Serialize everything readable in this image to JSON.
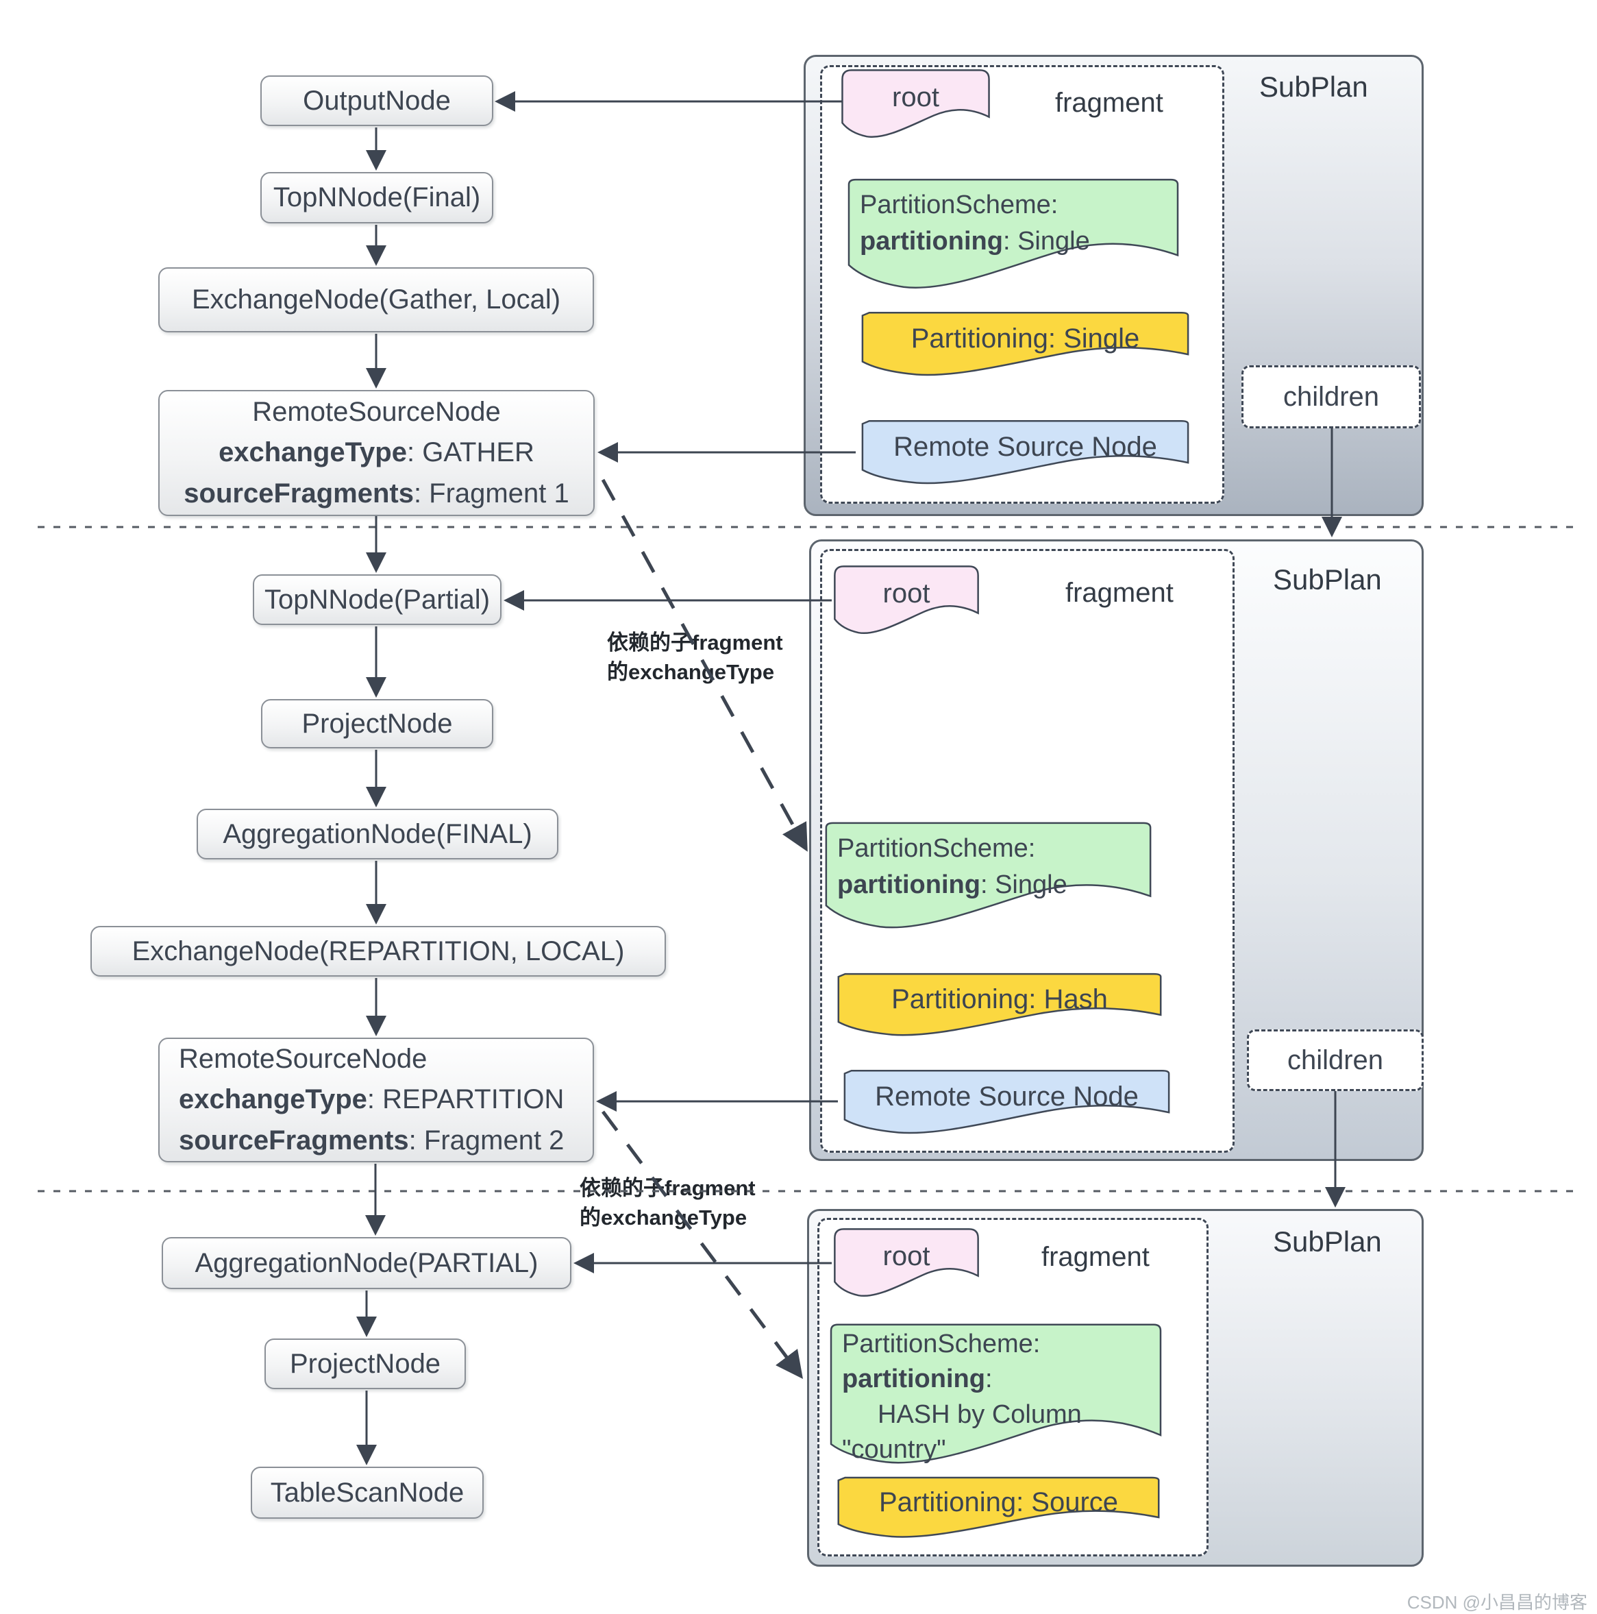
{
  "colors": {
    "green": "#c7f3c9",
    "yellow": "#fbd840",
    "blue": "#cfe2f8",
    "pink": "#fbe7f5",
    "ink": "#3d4551"
  },
  "watermark": "CSDN @小昌昌的博客",
  "tree": {
    "output": "OutputNode",
    "topn_final": "TopNNode(Final)",
    "exchange_gather": "ExchangeNode(Gather, Local)",
    "rsn1": {
      "title": "RemoteSourceNode",
      "k1": "exchangeType",
      "v1": ": GATHER",
      "k2": "sourceFragments",
      "v2": ": Fragment 1"
    },
    "topn_partial": "TopNNode(Partial)",
    "project1": "ProjectNode",
    "agg_final": "AggregationNode(FINAL)",
    "exchange_repartition": "ExchangeNode(REPARTITION, LOCAL)",
    "rsn2": {
      "title": "RemoteSourceNode",
      "k1": "exchangeType",
      "v1": ": REPARTITION",
      "k2": "sourceFragments",
      "v2": ": Fragment 2"
    },
    "agg_partial": "AggregationNode(PARTIAL)",
    "project2": "ProjectNode",
    "tablescan": "TableScanNode"
  },
  "subplans": [
    {
      "title": "SubPlan",
      "fragment": "fragment",
      "root": "root",
      "scheme_l1": "PartitionScheme:",
      "scheme_key": "partitioning",
      "scheme_val": ": Single",
      "partitioning": "Partitioning: Single",
      "remote_source": "Remote Source Node",
      "children": "children"
    },
    {
      "title": "SubPlan",
      "fragment": "fragment",
      "root": "root",
      "scheme_l1": "PartitionScheme:",
      "scheme_key": "partitioning",
      "scheme_val": ": Single",
      "partitioning": "Partitioning: Hash",
      "remote_source": "Remote Source Node",
      "children": "children"
    },
    {
      "title": "SubPlan",
      "fragment": "fragment",
      "root": "root",
      "scheme_l1": "PartitionScheme:",
      "scheme_key": "partitioning",
      "scheme_val": ":",
      "scheme_l3": "HASH by Column",
      "scheme_l4": "\"country\"",
      "partitioning": "Partitioning: Source"
    }
  ],
  "annotations": {
    "dep1": {
      "line1": "依赖的子fragment",
      "line2": "的exchangeType"
    },
    "dep2": {
      "line1": "依赖的子fragment",
      "line2": "的exchangeType"
    }
  }
}
